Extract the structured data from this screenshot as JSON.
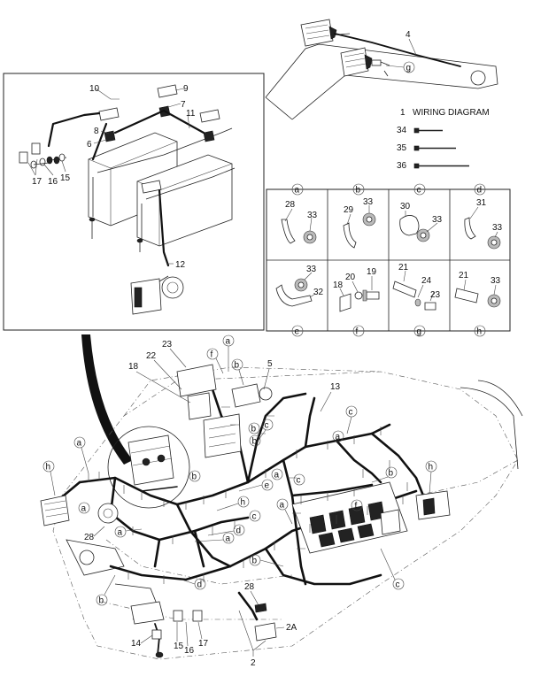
{
  "diagram": {
    "title_item": {
      "number": "1",
      "text": "WIRING DIAGRAM"
    },
    "ties": [
      {
        "number": "34"
      },
      {
        "number": "35"
      },
      {
        "number": "36"
      }
    ],
    "clamp_table": {
      "cells": [
        {
          "letter": "a",
          "parts": [
            "28",
            "33"
          ]
        },
        {
          "letter": "b",
          "parts": [
            "29",
            "33"
          ]
        },
        {
          "letter": "c",
          "parts": [
            "30",
            "33"
          ]
        },
        {
          "letter": "d",
          "parts": [
            "31",
            "33"
          ]
        },
        {
          "letter": "e",
          "parts": [
            "33",
            "32"
          ]
        },
        {
          "letter": "f",
          "parts": [
            "20",
            "19",
            "18"
          ]
        },
        {
          "letter": "g",
          "parts": [
            "21",
            "24",
            "23"
          ]
        },
        {
          "letter": "h",
          "parts": [
            "21",
            "33"
          ]
        }
      ]
    },
    "inset_labels": [
      "10",
      "9",
      "7",
      "8",
      "11",
      "6",
      "17",
      "16",
      "15",
      "12"
    ],
    "boom_labels": {
      "four": "4",
      "g": "g"
    },
    "main_labels": {
      "n23": "23",
      "n22": "22",
      "n18": "18",
      "n5": "5",
      "n13": "13",
      "n28a": "28",
      "n28b": "28",
      "n14": "14",
      "n15": "15",
      "n16": "16",
      "n17": "17",
      "n2A": "2A",
      "n2": "2"
    },
    "callout_letters": {
      "a": "a",
      "b": "b",
      "c": "c",
      "d": "d",
      "e": "e",
      "f": "f",
      "g": "g",
      "h": "h"
    }
  }
}
